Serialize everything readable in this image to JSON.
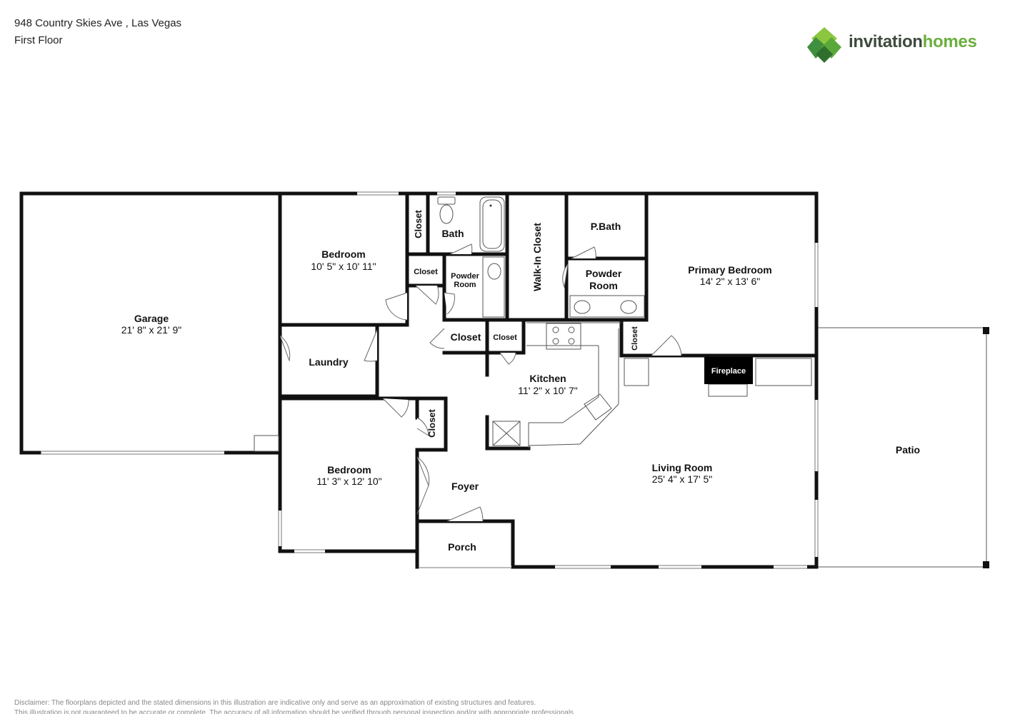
{
  "header": {
    "address": "948 Country Skies Ave , Las Vegas",
    "floor": "First Floor"
  },
  "brand": {
    "name_part1": "invitation",
    "name_part2": "homes",
    "colors": {
      "dark": "#3d4a3d",
      "green": "#6cae3e",
      "light_green": "#8cc63f"
    }
  },
  "rooms": {
    "garage": {
      "name": "Garage",
      "dims": "21' 8\" x 21' 9\""
    },
    "bedroom1": {
      "name": "Bedroom",
      "dims": "10' 5\" x 10' 11\""
    },
    "bedroom2": {
      "name": "Bedroom",
      "dims": "11' 3\" x 12' 10\""
    },
    "bath": {
      "name": "Bath"
    },
    "powder_room_small": {
      "line1": "Powder",
      "line2": "Room"
    },
    "walk_in_closet": {
      "name": "Walk-In Closet"
    },
    "pbath": {
      "name": "P.Bath"
    },
    "powder_room": {
      "line1": "Powder",
      "line2": "Room"
    },
    "primary_bedroom": {
      "name": "Primary Bedroom",
      "dims": "14' 2\" x 13' 6\""
    },
    "laundry": {
      "name": "Laundry"
    },
    "kitchen": {
      "name": "Kitchen",
      "dims": "11' 2\" x 10' 7\""
    },
    "living_room": {
      "name": "Living Room",
      "dims": "25' 4\" x 17' 5\""
    },
    "foyer": {
      "name": "Foyer"
    },
    "porch": {
      "name": "Porch"
    },
    "patio": {
      "name": "Patio"
    },
    "fireplace": {
      "name": "Fireplace"
    },
    "closets": [
      "Closet",
      "Closet",
      "Closet",
      "Closet",
      "Closet",
      "Closet"
    ]
  },
  "disclaimer": {
    "line1": "Disclaimer: The floorplans depicted and the stated dimensions in this illustration are indicative only and serve as an approximation of existing structures and features.",
    "line2": "This illustration is not guaranteed to be accurate or complete. The accuracy of all information should be verified through personal inspection and/or with appropriate professionals."
  }
}
